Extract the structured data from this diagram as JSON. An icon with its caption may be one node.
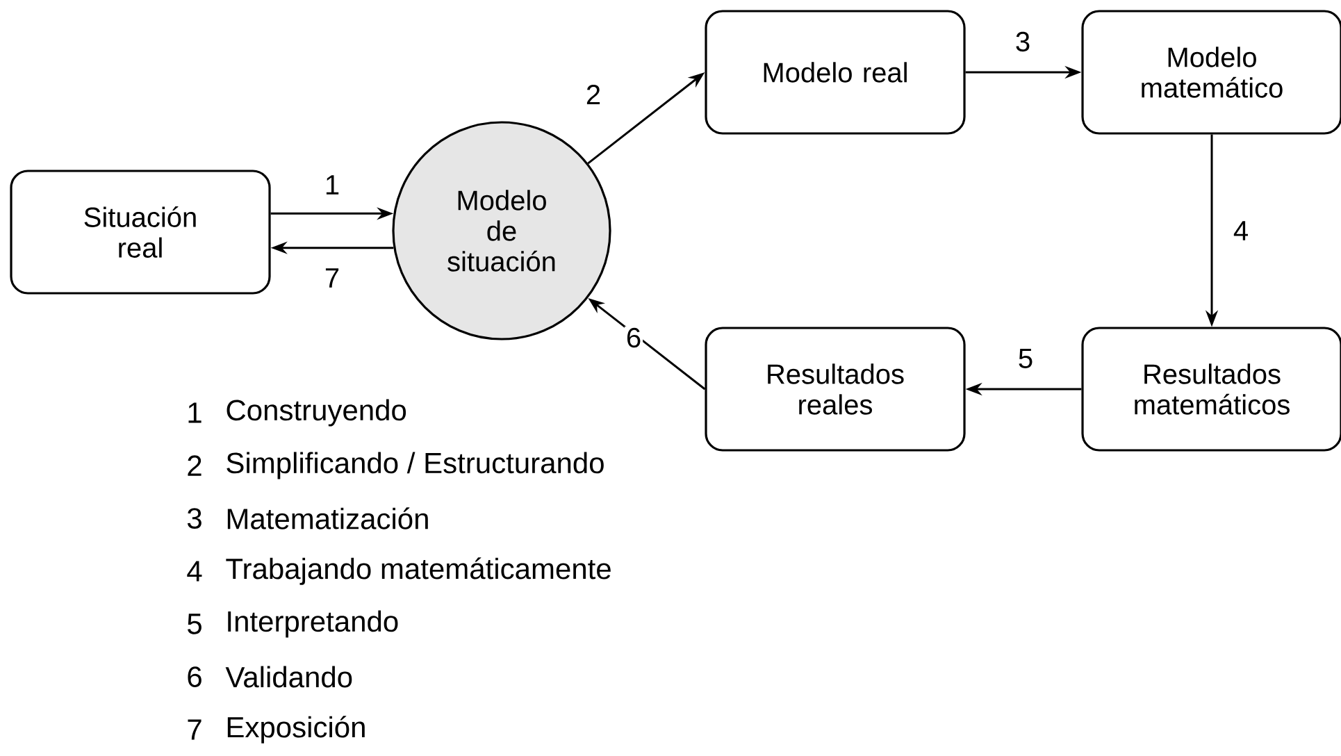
{
  "diagram": {
    "nodes": [
      {
        "text": [
          "Situación real"
        ]
      },
      {
        "text": [
          "Modelo de situación"
        ]
      },
      {
        "text": [
          "Modelo real"
        ]
      },
      {
        "text": [
          "Modelo matemático"
        ]
      },
      {
        "text": [
          "Resultados matemáticos"
        ]
      },
      {
        "text": [
          "Resultados reales"
        ]
      }
    ],
    "edges": [
      {
        "from": 0,
        "to": 1,
        "arrow": "to",
        "label": "1"
      },
      {
        "from": 1,
        "to": 0,
        "arrow": "to",
        "label": "7"
      },
      {
        "from": 1,
        "to": 2,
        "arrow": "to",
        "label": "2"
      },
      {
        "from": 2,
        "to": 3,
        "arrow": "to",
        "label": "3"
      },
      {
        "from": 3,
        "to": 4,
        "arrow": "to",
        "label": "4"
      },
      {
        "from": 4,
        "to": 5,
        "arrow": "to",
        "label": "5"
      },
      {
        "from": 5,
        "to": 1,
        "arrow": "to",
        "label": "6"
      }
    ],
    "labels": [
      "1",
      "Construyendo",
      "2",
      "Simplificando / Estructurando",
      "3",
      "Matematización",
      "4",
      "Trabajando matemáticamente",
      "5",
      "Interpretando",
      "6",
      "Validando",
      "7",
      "Exposición"
    ]
  }
}
